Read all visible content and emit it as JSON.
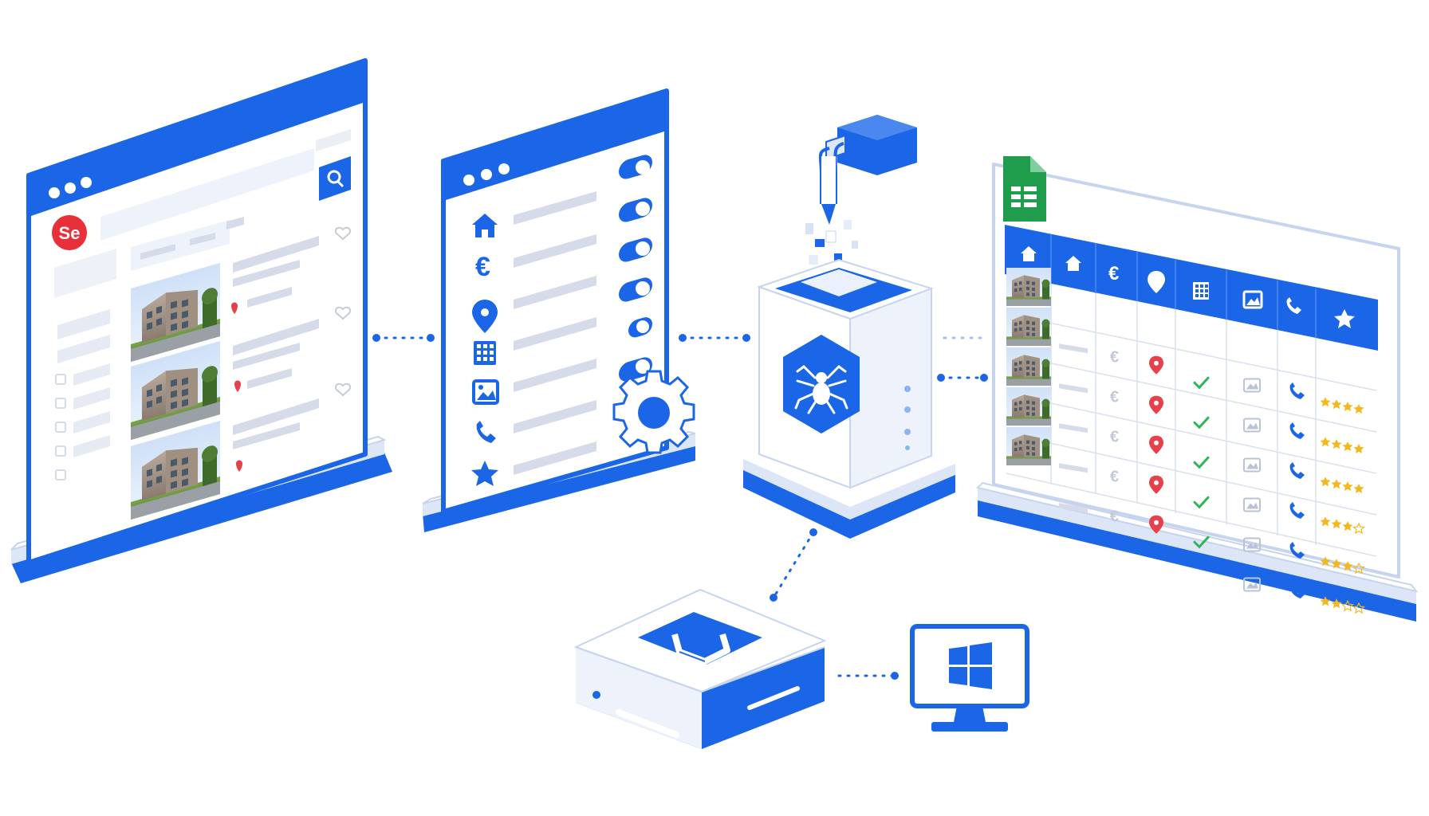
{
  "colors": {
    "brand_blue": "#1a66e6",
    "light_panel": "#eef2fb",
    "gray_bar": "#d5dbe8",
    "pin_red": "#e8404a",
    "check_green": "#2fb45a",
    "star_gold": "#f2b81c",
    "sheets_green": "#1f9d4c",
    "logo_red": "#e8303a"
  },
  "search_panel": {
    "logo_text": "Se",
    "logo_icon": "se-logo",
    "search_icon": "magnifier-icon",
    "listing_count": 3,
    "filter_count": 6
  },
  "filter_panel": {
    "fields": [
      {
        "icon": "house-icon",
        "enabled": true
      },
      {
        "icon": "euro-icon",
        "enabled": true
      },
      {
        "icon": "location-pin-icon",
        "enabled": true
      },
      {
        "icon": "building-grid-icon",
        "enabled": true
      },
      {
        "icon": "image-icon",
        "enabled": true
      },
      {
        "icon": "phone-icon",
        "enabled": true
      },
      {
        "icon": "star-icon",
        "enabled": false
      }
    ],
    "gear_icon": "gear-icon"
  },
  "scraper": {
    "icon": "spider-icon",
    "feed_icon": "pipe-cube-icon"
  },
  "spreadsheet": {
    "app_icon": "google-sheets-icon",
    "headers": [
      "house-icon",
      "house-icon",
      "euro-icon",
      "pin-icon",
      "building-grid-icon",
      "image-icon",
      "phone-icon",
      "star-icon"
    ],
    "rows": [
      {
        "price": "€",
        "rating": 4
      },
      {
        "price": "€",
        "rating": 4
      },
      {
        "price": "€",
        "rating": 4
      },
      {
        "price": "€",
        "rating": 3
      },
      {
        "price": "€",
        "rating": 3
      },
      {
        "price": "",
        "rating": 2
      }
    ]
  },
  "server": {
    "icon": "app-logo-icon"
  },
  "monitor": {
    "icon": "windows-logo-icon"
  }
}
